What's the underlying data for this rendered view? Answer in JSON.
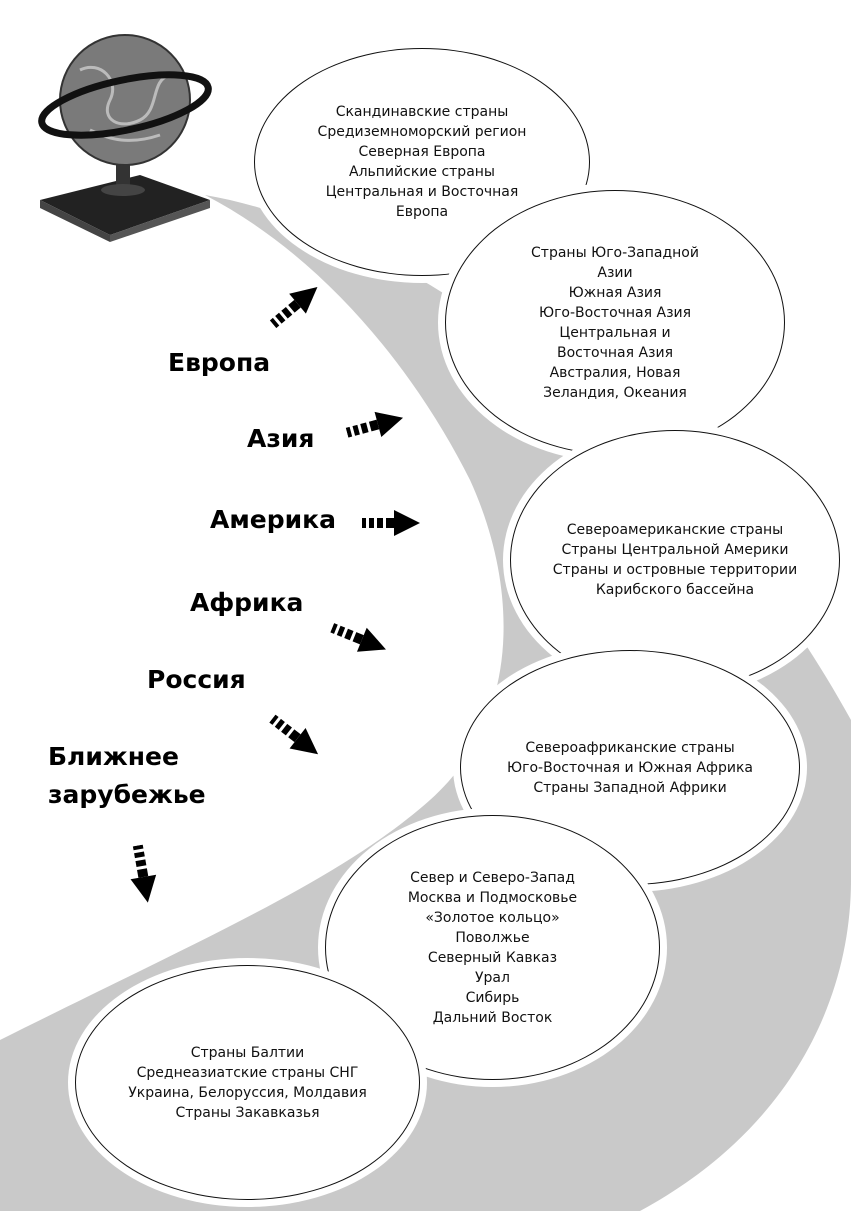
{
  "regions": [
    {
      "label": "Европа"
    },
    {
      "label": "Азия"
    },
    {
      "label": "Америка"
    },
    {
      "label": "Африка"
    },
    {
      "label": "Россия"
    },
    {
      "label": "Ближнее",
      "label2": "зарубежье"
    }
  ],
  "bubbles": [
    {
      "lines": [
        "Скандинавские страны",
        "Средиземноморский регион",
        "Северная Европа",
        "Альпийские страны",
        "Центральная и Восточная",
        "Европа"
      ]
    },
    {
      "lines": [
        "Страны Юго-Западной",
        "Азии",
        "Южная Азия",
        "Юго-Восточная Азия",
        "Центральная и",
        "Восточная Азия",
        "Австралия, Новая",
        "Зеландия, Океания"
      ]
    },
    {
      "lines": [
        "Североамериканские страны",
        "Страны Центральной Америки",
        "Страны и островные территории",
        "Карибского бассейна"
      ]
    },
    {
      "lines": [
        "Североафриканские страны",
        "Юго-Восточная и Южная Африка",
        "Страны Западной Африки"
      ]
    },
    {
      "lines": [
        "Север и Северо-Запад",
        "Москва и Подмосковье",
        "«Золотое кольцо»",
        "Поволжье",
        "Северный Кавказ",
        "Урал",
        "Сибирь",
        "Дальний Восток"
      ]
    },
    {
      "lines": [
        "Страны Балтии",
        "Среднеазиатские страны СНГ",
        "Украина, Белоруссия, Молдавия",
        "Страны Закавказья"
      ]
    }
  ],
  "colors": {
    "band": "#c9c9c9",
    "text": "#000000",
    "bubble_border": "#111111"
  }
}
